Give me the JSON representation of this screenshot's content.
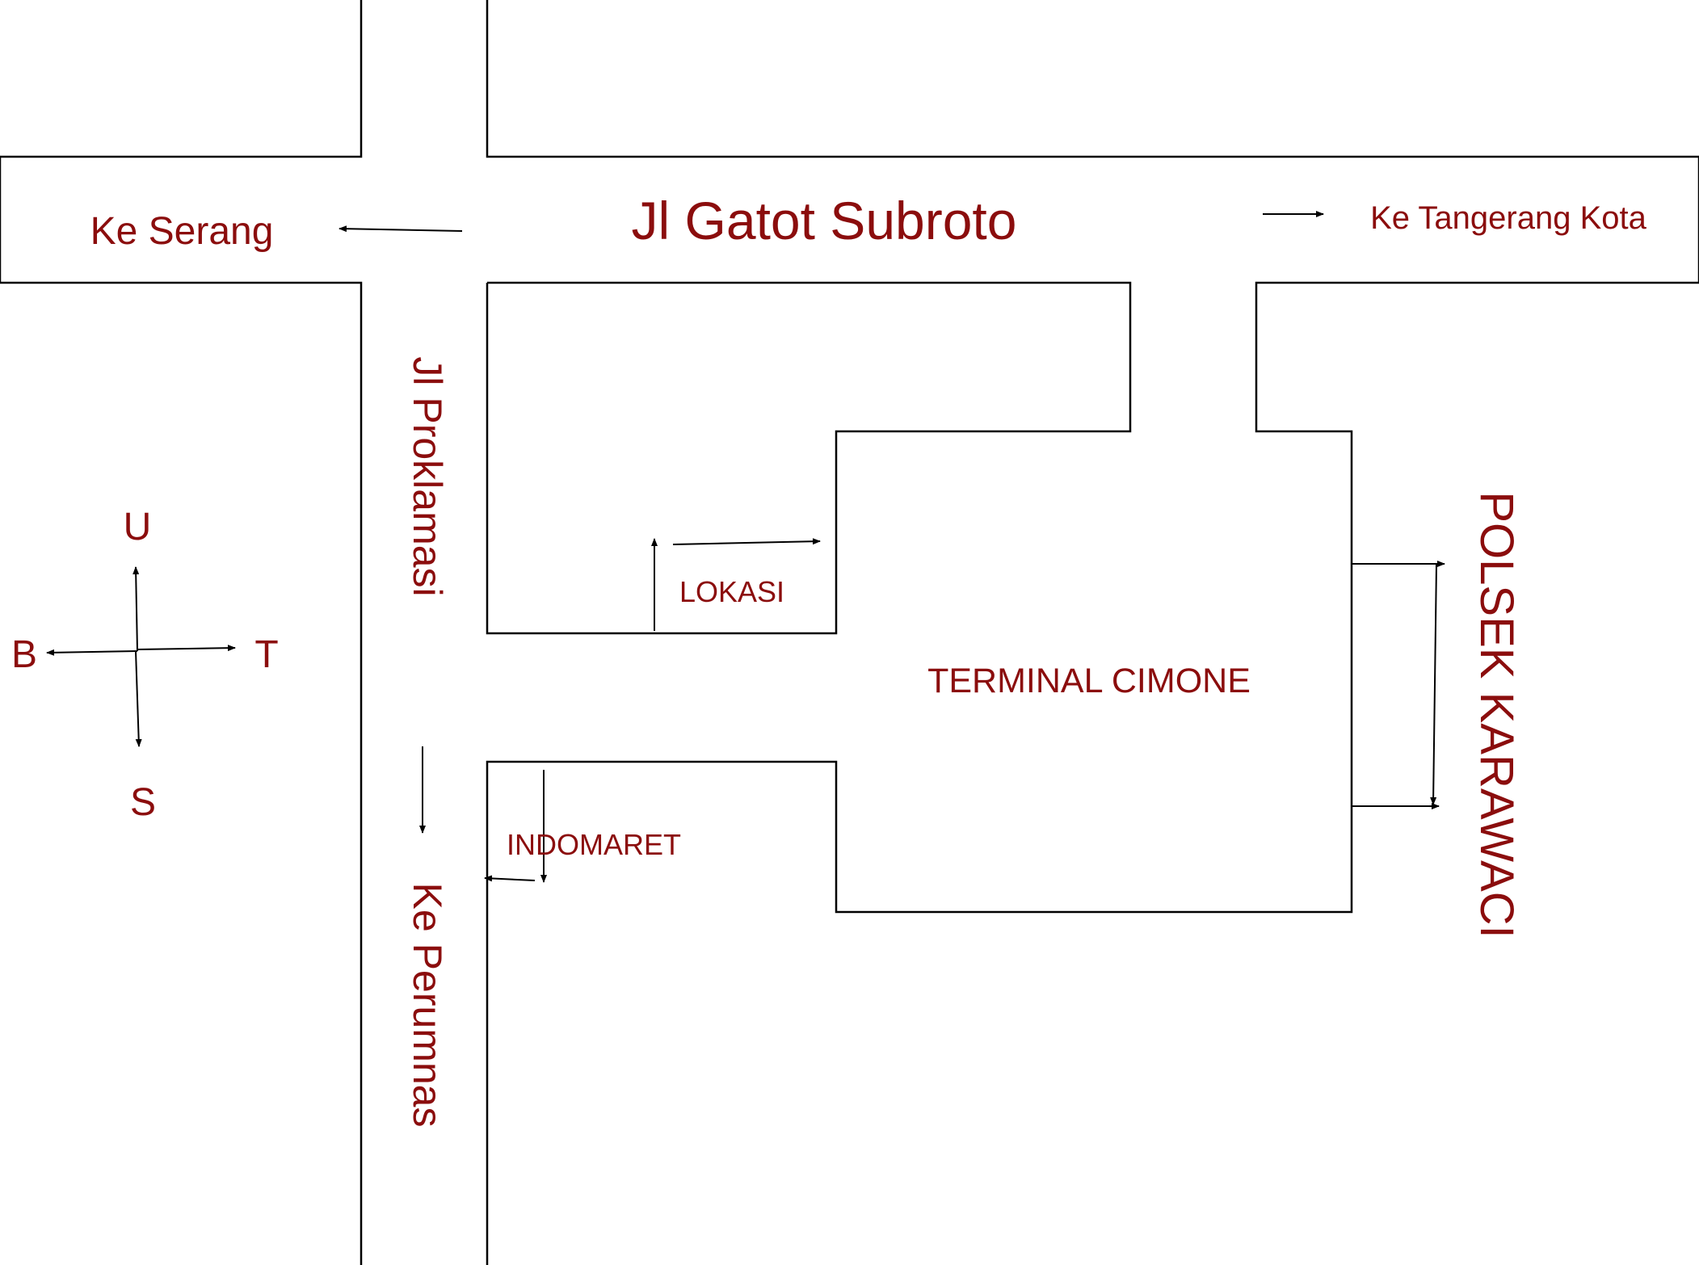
{
  "map": {
    "text_color": "#8b0d0d",
    "line_color": "#000000",
    "background": "#ffffff",
    "streets": {
      "main": "Jl Gatot Subroto",
      "side": "Jl Proklamasi"
    },
    "directions": {
      "west": "Ke Serang",
      "east": "Ke Tangerang Kota",
      "south": "Ke Perumnas"
    },
    "landmarks": {
      "location": "LOKASI",
      "terminal": "TERMINAL CIMONE",
      "store": "INDOMARET",
      "police": "POLSEK KARAWACI"
    },
    "compass": {
      "north": "U",
      "south": "S",
      "west": "B",
      "east": "T"
    }
  }
}
